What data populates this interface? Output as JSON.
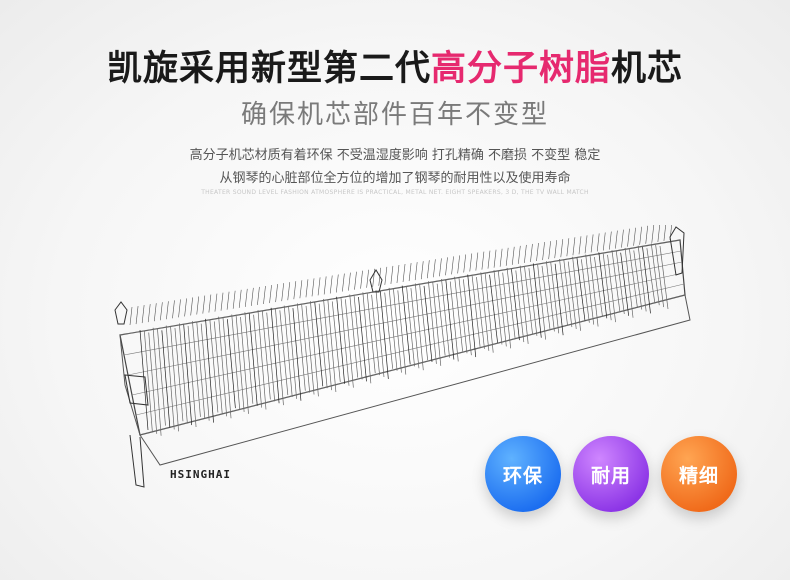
{
  "headline": {
    "part1": "凯旋采用新型第二代",
    "highlight": "高分子树脂",
    "part2": "机芯",
    "highlight_color": "#e6296f"
  },
  "subheadline": "确保机芯部件百年不变型",
  "description": [
    "高分子机芯材质有着环保 不受温湿度影响 打孔精确 不磨损 不变型 稳定",
    "从钢琴的心脏部位全方位的增加了钢琴的耐用性以及使用寿命"
  ],
  "fine_print": "THEATER SOUND LEVEL FASHION ATMOSPHERE IS PRACTICAL, METAL NET. EIGHT SPEAKERS, 3 D, THE TV WALL MATCH",
  "product": {
    "brand": "HSINGHAI",
    "image_icon": "piano-action-sketch"
  },
  "badges": [
    {
      "label": "环保",
      "color": "#1c6ef0"
    },
    {
      "label": "耐用",
      "color": "#8c35e6"
    },
    {
      "label": "精细",
      "color": "#f06a1a"
    }
  ]
}
